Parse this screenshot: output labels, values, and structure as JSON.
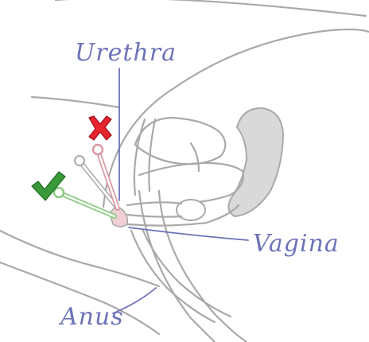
{
  "labels": {
    "urethra": "Urethra",
    "vagina": "Vagina",
    "anus": "Anus"
  },
  "markers": {
    "wrong": {
      "symbol": "cross",
      "color": "#e8252f"
    },
    "right": {
      "symbol": "checkmark",
      "color": "#3a9a3a"
    }
  },
  "colors": {
    "label": "#6d72b8",
    "outline": "#a9a9a9",
    "organ_fill": "#d9d9d9",
    "wrong_path": "#d99aa2",
    "right_path": "#8ccb82"
  }
}
